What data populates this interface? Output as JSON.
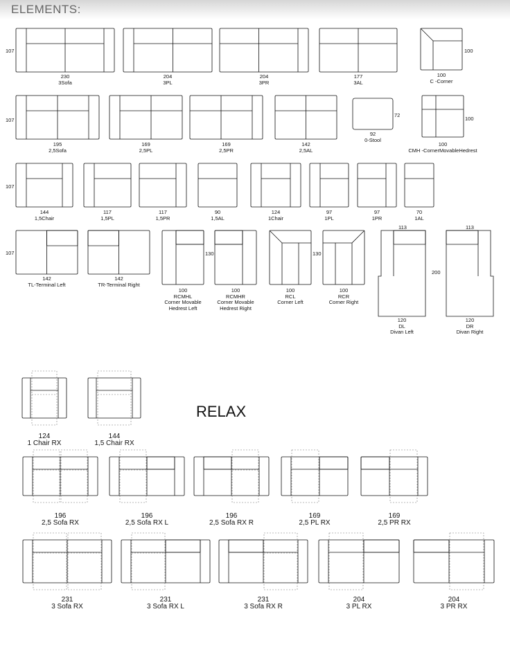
{
  "header": {
    "title": "ELEMENTS:"
  },
  "relax_title": "RELAX",
  "elements": [
    {
      "code": "3Sofa",
      "width": "230",
      "depth": "107",
      "type": "sofa",
      "seats": 2
    },
    {
      "code": "3PL",
      "width": "204",
      "type": "pl",
      "seats": 2
    },
    {
      "code": "3PR",
      "width": "204",
      "type": "pr",
      "seats": 2
    },
    {
      "code": "3AL",
      "width": "177",
      "type": "al",
      "seats": 2
    },
    {
      "code": "C -Corner",
      "width": "100",
      "depth": "100",
      "type": "corner"
    },
    {
      "code": "2,5Sofa",
      "width": "195",
      "depth": "107",
      "type": "sofa",
      "seats": 2
    },
    {
      "code": "2,5PL",
      "width": "169",
      "type": "pl",
      "seats": 2
    },
    {
      "code": "2,5PR",
      "width": "169",
      "type": "pr",
      "seats": 2
    },
    {
      "code": "2,5AL",
      "width": "142",
      "type": "al",
      "seats": 2
    },
    {
      "code": "0-Stool",
      "width": "92",
      "depth": "72",
      "type": "stool"
    },
    {
      "code": "CMH -CornerMovableHedrest",
      "width": "100",
      "depth": "100",
      "type": "cmh"
    },
    {
      "code": "1,5Chair",
      "width": "144",
      "depth": "107",
      "type": "sofa",
      "seats": 1
    },
    {
      "code": "1,5PL",
      "width": "117",
      "type": "pl",
      "seats": 1
    },
    {
      "code": "1,5PR",
      "width": "117",
      "type": "pr",
      "seats": 1
    },
    {
      "code": "1,5AL",
      "width": "90",
      "type": "al",
      "seats": 1
    },
    {
      "code": "1Chair",
      "width": "124",
      "type": "sofa",
      "seats": 1
    },
    {
      "code": "1PL",
      "width": "97",
      "type": "pl",
      "seats": 1
    },
    {
      "code": "1PR",
      "width": "97",
      "type": "pr",
      "seats": 1
    },
    {
      "code": "1AL",
      "width": "70",
      "type": "al",
      "seats": 1
    },
    {
      "code": "TL-Terminal Left",
      "width": "142",
      "depth": "107",
      "type": "tl"
    },
    {
      "code": "TR-Terminal Right",
      "width": "142",
      "type": "tr"
    },
    {
      "code": "Corner Movable Hedrest Left",
      "abbr": "RCMHL",
      "width": "100",
      "depth": "130",
      "type": "rcmhl"
    },
    {
      "code": "Corner Movable Hedrest Right",
      "abbr": "RCMHR",
      "width": "100",
      "type": "rcmhr"
    },
    {
      "code": "Corner Left",
      "abbr": "RCL",
      "width": "100",
      "depth": "130",
      "type": "rcl"
    },
    {
      "code": "Corner Right",
      "abbr": "RCR",
      "width": "100",
      "type": "rcr"
    },
    {
      "code": "Divan Left",
      "abbr": "DL",
      "width": "120",
      "top_width": "113",
      "depth": "200",
      "type": "dl"
    },
    {
      "code": "Divan Right",
      "abbr": "DR",
      "width": "120",
      "top_width": "113",
      "type": "dr"
    }
  ],
  "relax_elements": [
    {
      "code": "1 Chair RX",
      "width": "124"
    },
    {
      "code": "1,5 Chair RX",
      "width": "144"
    },
    {
      "code": "2,5 Sofa RX",
      "width": "196"
    },
    {
      "code": "2,5 Sofa RX L",
      "width": "196"
    },
    {
      "code": "2,5 Sofa RX R",
      "width": "196"
    },
    {
      "code": "2,5 PL RX",
      "width": "169"
    },
    {
      "code": "2,5 PR RX",
      "width": "169"
    },
    {
      "code": "3 Sofa RX",
      "width": "231"
    },
    {
      "code": "3 Sofa RX L",
      "width": "231"
    },
    {
      "code": "3 Sofa RX R",
      "width": "231"
    },
    {
      "code": "3 PL RX",
      "width": "204"
    },
    {
      "code": "3 PR RX",
      "width": "204"
    }
  ]
}
